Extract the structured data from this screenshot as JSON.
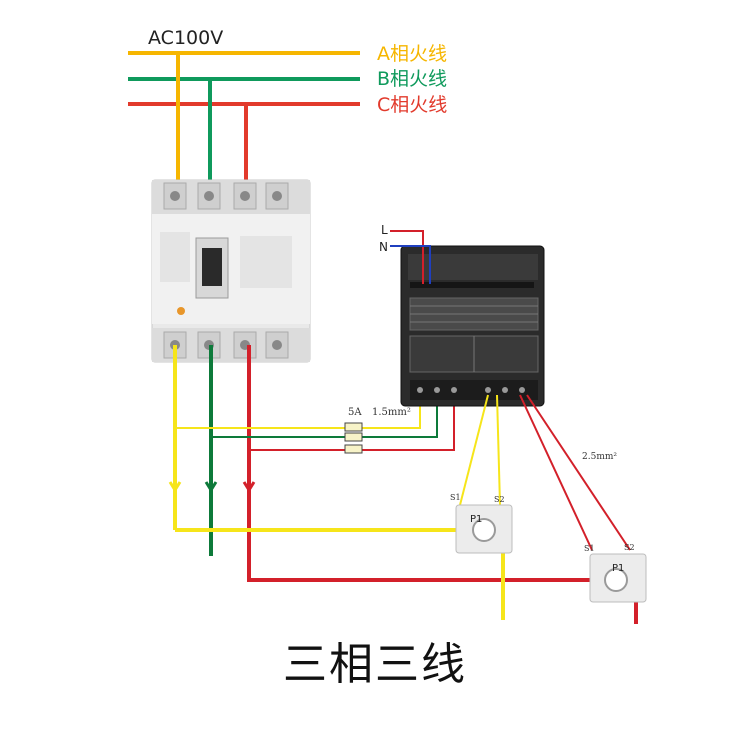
{
  "supply": {
    "label_prefix": "AC",
    "label_voltage": "100V"
  },
  "phases": [
    {
      "label": "A相火线",
      "color": "#f6b600"
    },
    {
      "label": "B相火线",
      "color": "#0f9a5c"
    },
    {
      "label": "C相火线",
      "color": "#e23a2c"
    }
  ],
  "meter": {
    "l_label": "L",
    "n_label": "N"
  },
  "annotations": {
    "fuse_rating": "5A",
    "voltage_wire": "1.5mm²",
    "current_wire": "2.5mm²"
  },
  "ct": {
    "p1": "P1",
    "s1": "S1",
    "s2": "S2"
  },
  "colors": {
    "yellow": "#f6e51a",
    "green": "#0d7a3a",
    "red": "#d3202a",
    "neutral_blue": "#1f3fbf"
  },
  "caption": "三相三线"
}
